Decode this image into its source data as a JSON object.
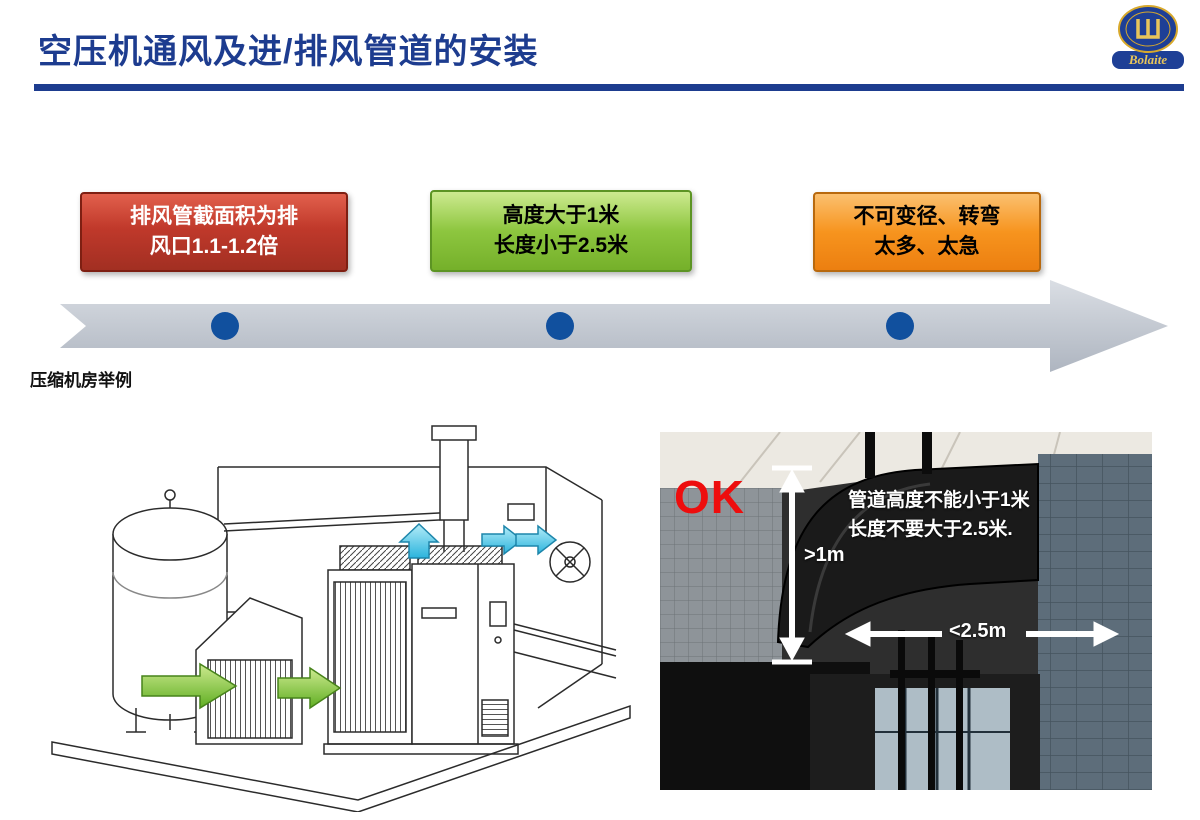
{
  "header": {
    "title": "空压机通风及进/排风管道的安装",
    "brand": "Bolaite"
  },
  "steps": [
    {
      "line1": "排风管截面积为排",
      "line2": "风口1.1-1.2倍",
      "bg": "#c0392b",
      "text_color": "#ffffff"
    },
    {
      "line1": "高度大于1米",
      "line2": "长度小于2.5米",
      "bg": "#8dc63f",
      "text_color": "#000000"
    },
    {
      "line1": "不可变径、转弯",
      "line2": "太多、太急",
      "bg": "#f7941e",
      "text_color": "#000000"
    }
  ],
  "section_label": "压缩机房举例",
  "photo": {
    "ok_label": "OK",
    "height_label": ">1m",
    "length_label": "<2.5m",
    "note_line1": "管道高度不能小于1米",
    "note_line2": "长度不要大于2.5米."
  },
  "colors": {
    "accent_blue": "#1d3c8f",
    "timeline_band": "#c3c9d3",
    "timeline_dot": "#11509e",
    "ok_red": "#ee0d0d",
    "measure_arrow": "#ffffff",
    "intake_arrow_green": "#5fae22",
    "exhaust_arrow_cyan": "#2bb4dd"
  }
}
